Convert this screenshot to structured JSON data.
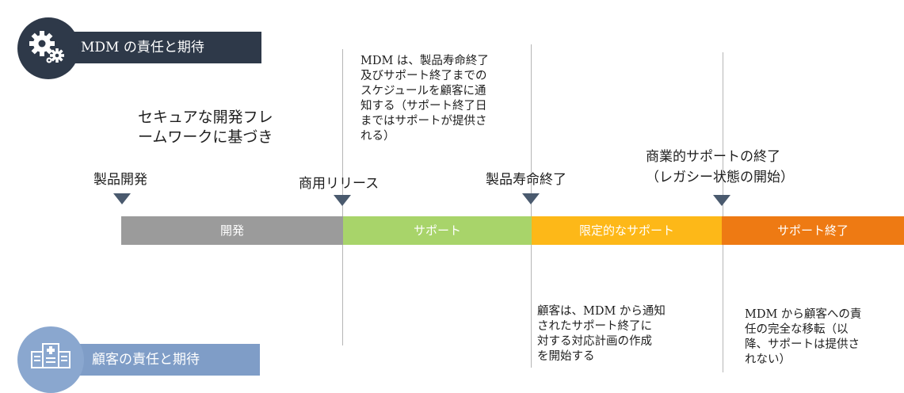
{
  "header": {
    "mdm_title": "MDM の責任と期待",
    "customer_title": "顧客の責任と期待"
  },
  "milestones": {
    "dev": "製品開発",
    "release": "商用リリース",
    "eol": "製品寿命終了",
    "end_support_line1": "商業的サポートの終了",
    "end_support_line2": "（レガシー状態の開始）"
  },
  "phases": {
    "dev": "開発",
    "support": "サポート",
    "limited": "限定的なサポート",
    "end": "サポート終了"
  },
  "mdm_notes": {
    "secure_line1": "セキュアな開発フレ",
    "secure_line2": "ームワークに基づき",
    "notify_line1": "MDM は、製品寿命終了",
    "notify_line2": "及びサポート終了までの",
    "notify_line3": "スケジュールを顧客に通",
    "notify_line4": "知する（サポート終了日",
    "notify_line5": "まではサポートが提供さ",
    "notify_line6": "れる）"
  },
  "customer_notes": {
    "plan_line1": "顧客は、MDM から通知",
    "plan_line2": "されたサポート終了に",
    "plan_line3": "対する対応計画の作成",
    "plan_line4": "を開始する",
    "transfer_line1": "MDM から顧客への責",
    "transfer_line2": "任の完全な移転（以",
    "transfer_line3": "降、サポートは提供さ",
    "transfer_line4": "れない）"
  },
  "icons": {
    "mdm": "gears-icon",
    "customer": "hospital-icon",
    "milestone_marker": "triangle-down-icon"
  },
  "colors": {
    "navy": "#2e3949",
    "customer_blue": "#7f9dc7",
    "dev_gray": "#9b9b9b",
    "support_green": "#a8d46a",
    "limited_yellow": "#fdb818",
    "end_orange": "#ee7a13",
    "marker_slate": "#4a5a6e"
  }
}
